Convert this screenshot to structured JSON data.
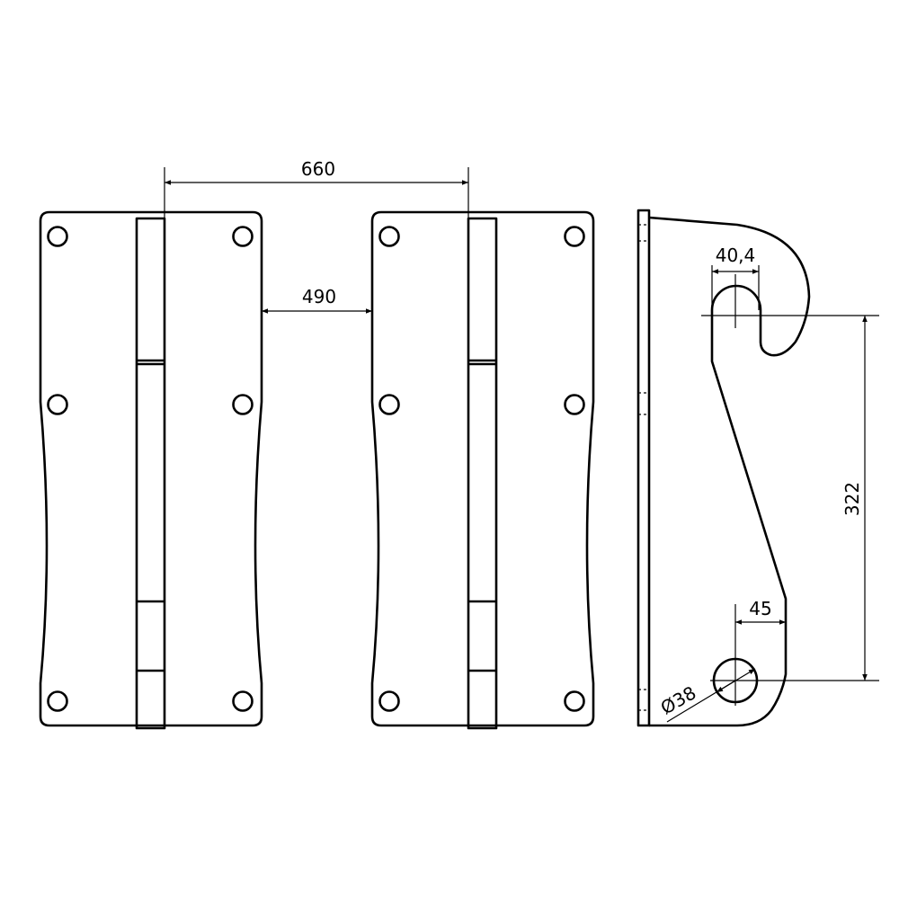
{
  "drawing": {
    "dimensions": {
      "plate_spacing_outer": "660",
      "plate_spacing_inner": "490",
      "slot_width": "40,4",
      "hole_center_distance": "322",
      "hole_offset": "45",
      "hole_diameter": "Ø38"
    },
    "stroke_color": "#000000",
    "background_color": "#ffffff"
  }
}
